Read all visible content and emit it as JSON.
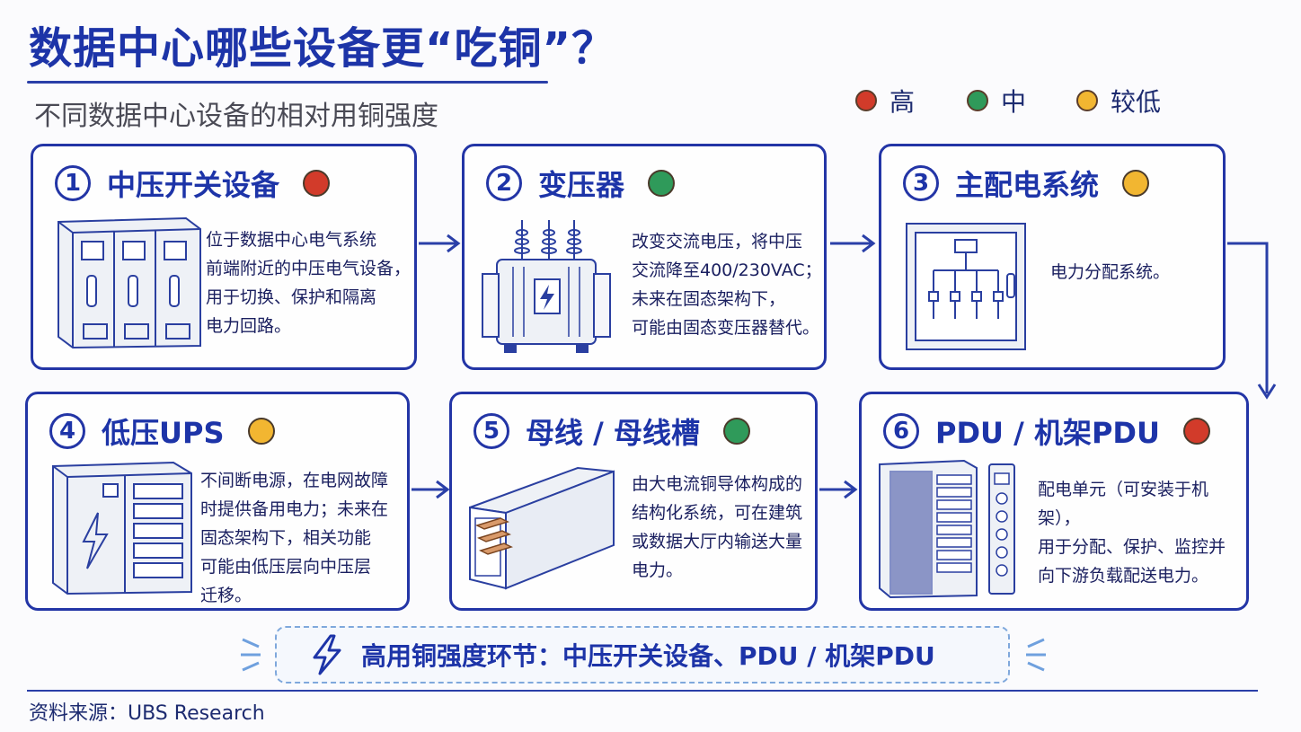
{
  "title": "数据中心哪些设备更“吃铜”？",
  "subtitle": "不同数据中心设备的相对用铜强度",
  "legend": [
    {
      "label": "高",
      "color": "#d23b2a"
    },
    {
      "label": "中",
      "color": "#2f9a5a"
    },
    {
      "label": "较低",
      "color": "#f2b631"
    }
  ],
  "cards": [
    {
      "num": "1",
      "title": "中压开关设备",
      "level_color": "#d23b2a",
      "desc": "位于数据中心电气系统\n前端附近的中压电气设备，\n用于切换、保护和隔离\n电力回路。"
    },
    {
      "num": "2",
      "title": "变压器",
      "level_color": "#2f9a5a",
      "desc": "改变交流电压，将中压\n交流降至400/230VAC；\n未来在固态架构下，\n可能由固态变压器替代。"
    },
    {
      "num": "3",
      "title": "主配电系统",
      "level_color": "#f2b631",
      "desc": "电力分配系统。"
    },
    {
      "num": "4",
      "title": "低压UPS",
      "level_color": "#f2b631",
      "desc": "不间断电源，在电网故障\n时提供备用电力；未来在\n固态架构下，相关功能\n可能由低压层向中压层\n迁移。"
    },
    {
      "num": "5",
      "title": "母线 / 母线槽",
      "level_color": "#2f9a5a",
      "desc": "由大电流铜导体构成的\n结构化系统，可在建筑\n或数据大厅内输送大量\n电力。"
    },
    {
      "num": "6",
      "title": "PDU / 机架PDU",
      "level_color": "#d23b2a",
      "desc": "配电单元（可安装于机架），\n用于分配、保护、监控并\n向下游负载配送电力。"
    }
  ],
  "summary": "高用铜强度环节：中压开关设备、PDU / 机架PDU",
  "source": "资料来源：UBS Research",
  "icons": {
    "bolt": "lightning-bolt-icon"
  }
}
